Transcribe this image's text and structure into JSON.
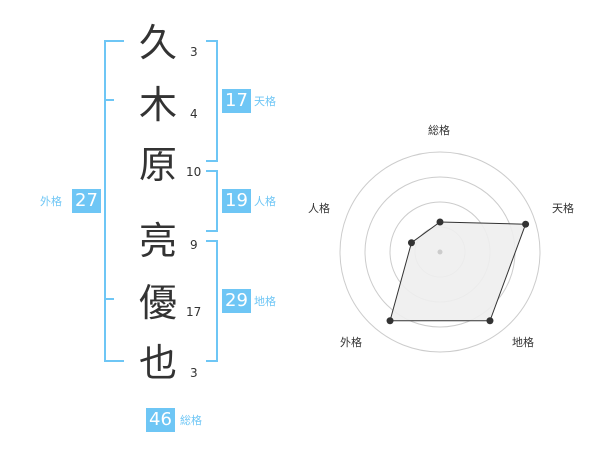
{
  "name_chars": [
    {
      "char": "久",
      "strokes": "3"
    },
    {
      "char": "木",
      "strokes": "4"
    },
    {
      "char": "原",
      "strokes": "10"
    },
    {
      "char": "亮",
      "strokes": "9"
    },
    {
      "char": "優",
      "strokes": "17"
    },
    {
      "char": "也",
      "strokes": "3"
    }
  ],
  "fortunes": {
    "tenkaku": {
      "value": "17",
      "label": "天格"
    },
    "jinkaku": {
      "value": "19",
      "label": "人格"
    },
    "chikaku": {
      "value": "29",
      "label": "地格"
    },
    "gaikaku": {
      "value": "27",
      "label": "外格"
    },
    "soukaku": {
      "value": "46",
      "label": "総格"
    }
  },
  "colors": {
    "accent": "#6ec6f5",
    "text": "#333333",
    "grid": "#cccccc",
    "fill": "#eeeeee"
  },
  "chart_data": {
    "type": "radar",
    "axes": [
      "総格",
      "天格",
      "地格",
      "外格",
      "人格"
    ],
    "values": [
      0.3,
      0.9,
      0.85,
      0.85,
      0.3
    ],
    "range": [
      0,
      1
    ],
    "rings": 4
  }
}
